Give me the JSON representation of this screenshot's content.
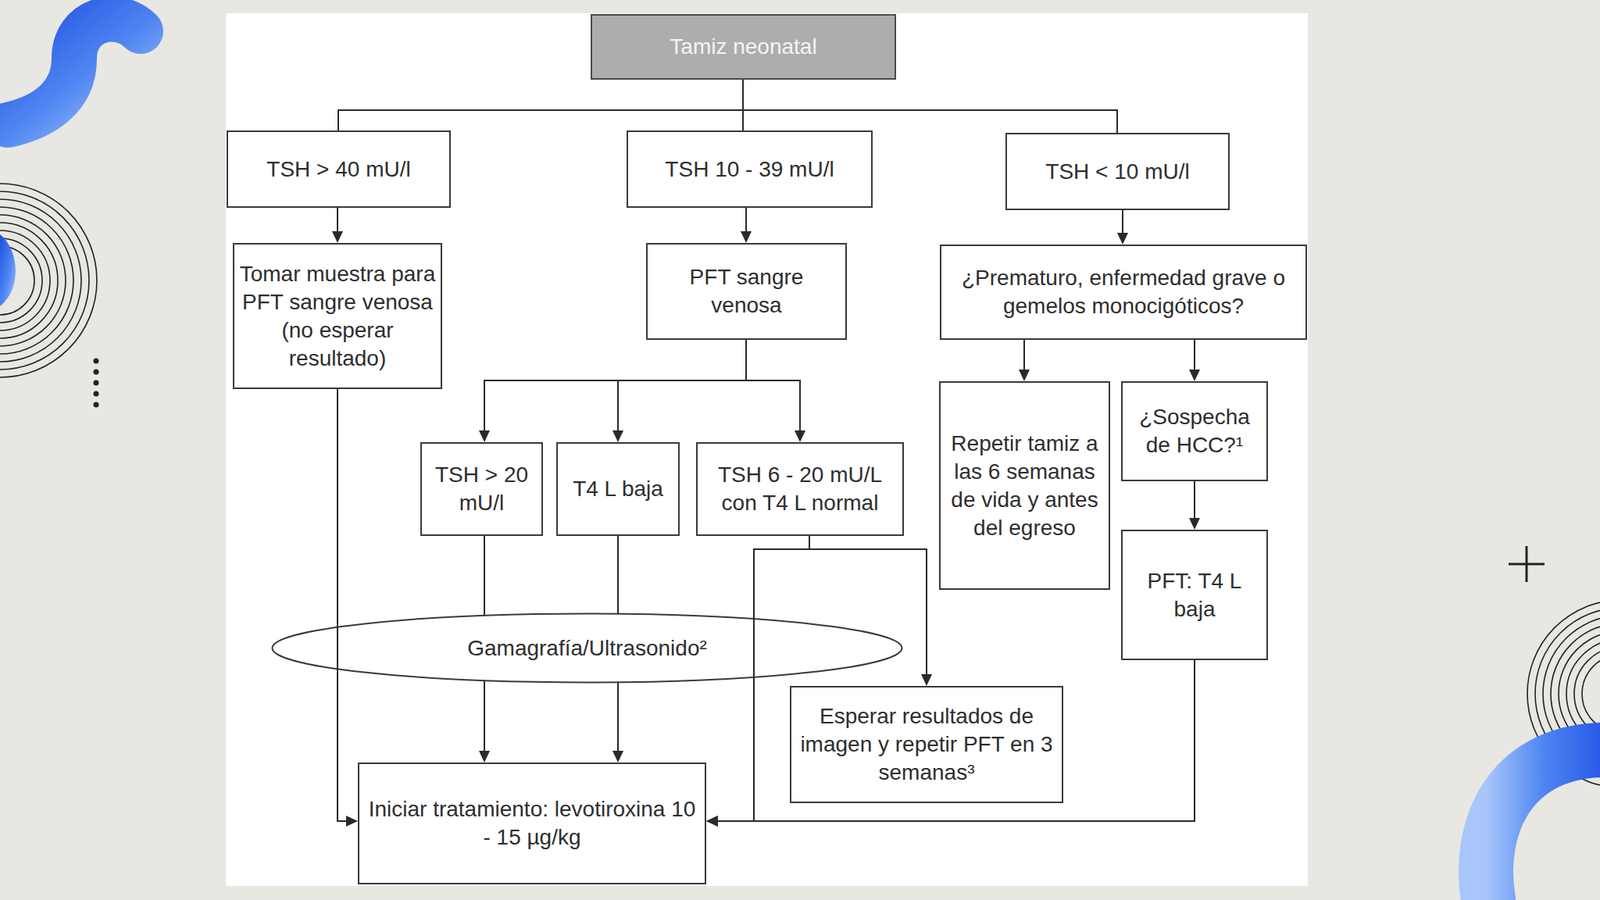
{
  "diagram": {
    "nodes": [
      {
        "text": [
          "Tamiz neonatal"
        ]
      },
      {
        "text": [
          "TSH > 40 mU/l"
        ]
      },
      {
        "text": [
          "TSH 10 - 39 mU/l"
        ]
      },
      {
        "text": [
          "TSH < 10 mU/l"
        ]
      },
      {
        "text": [
          "Tomar muestra para PFT sangre venosa (no esperar resultado)"
        ]
      },
      {
        "text": [
          "PFT sangre venosa"
        ]
      },
      {
        "text": [
          "¿Prematuro, enfermedad grave o gemelos monocigóticos?"
        ]
      },
      {
        "text": [
          "TSH > 20 mU/l"
        ]
      },
      {
        "text": [
          "T4 L baja"
        ]
      },
      {
        "text": [
          "TSH 6 - 20 mU/L con T4 L normal"
        ]
      },
      {
        "text": [
          "Repetir tamiz a las 6 semanas de vida y antes del egreso"
        ]
      },
      {
        "text": [
          "¿Sospecha de HCC?¹"
        ]
      },
      {
        "text": [
          "PFT: T4 L baja"
        ]
      },
      {
        "text": [
          "Gamagrafía/Ultrasonido²"
        ]
      },
      {
        "text": [
          "Esperar resultados de imagen y repetir PFT en 3 semanas³"
        ]
      },
      {
        "text": [
          "Iniciar tratamiento: levotiroxina 10 - 15 µg/kg"
        ]
      }
    ],
    "edges": [
      {
        "from": 0,
        "to": 1,
        "arrow": "none"
      },
      {
        "from": 0,
        "to": 2,
        "arrow": "none"
      },
      {
        "from": 0,
        "to": 3,
        "arrow": "none"
      },
      {
        "from": 1,
        "to": 4,
        "arrow": "to"
      },
      {
        "from": 2,
        "to": 5,
        "arrow": "to"
      },
      {
        "from": 3,
        "to": 6,
        "arrow": "to"
      },
      {
        "from": 4,
        "to": 15,
        "arrow": "to"
      },
      {
        "from": 5,
        "to": 7,
        "arrow": "to"
      },
      {
        "from": 5,
        "to": 8,
        "arrow": "to"
      },
      {
        "from": 5,
        "to": 9,
        "arrow": "to"
      },
      {
        "from": 6,
        "to": 10,
        "arrow": "to"
      },
      {
        "from": 6,
        "to": 11,
        "arrow": "to"
      },
      {
        "from": 7,
        "to": 13,
        "arrow": "none"
      },
      {
        "from": 8,
        "to": 13,
        "arrow": "none"
      },
      {
        "from": 9,
        "to": 14,
        "arrow": "to"
      },
      {
        "from": 9,
        "to": 15,
        "arrow": "to"
      },
      {
        "from": 11,
        "to": 12,
        "arrow": "to"
      },
      {
        "from": 12,
        "to": 15,
        "arrow": "to"
      },
      {
        "from": 13,
        "to": 15,
        "arrow": "to"
      },
      {
        "from": 13,
        "to": 15,
        "arrow": "to"
      }
    ]
  }
}
